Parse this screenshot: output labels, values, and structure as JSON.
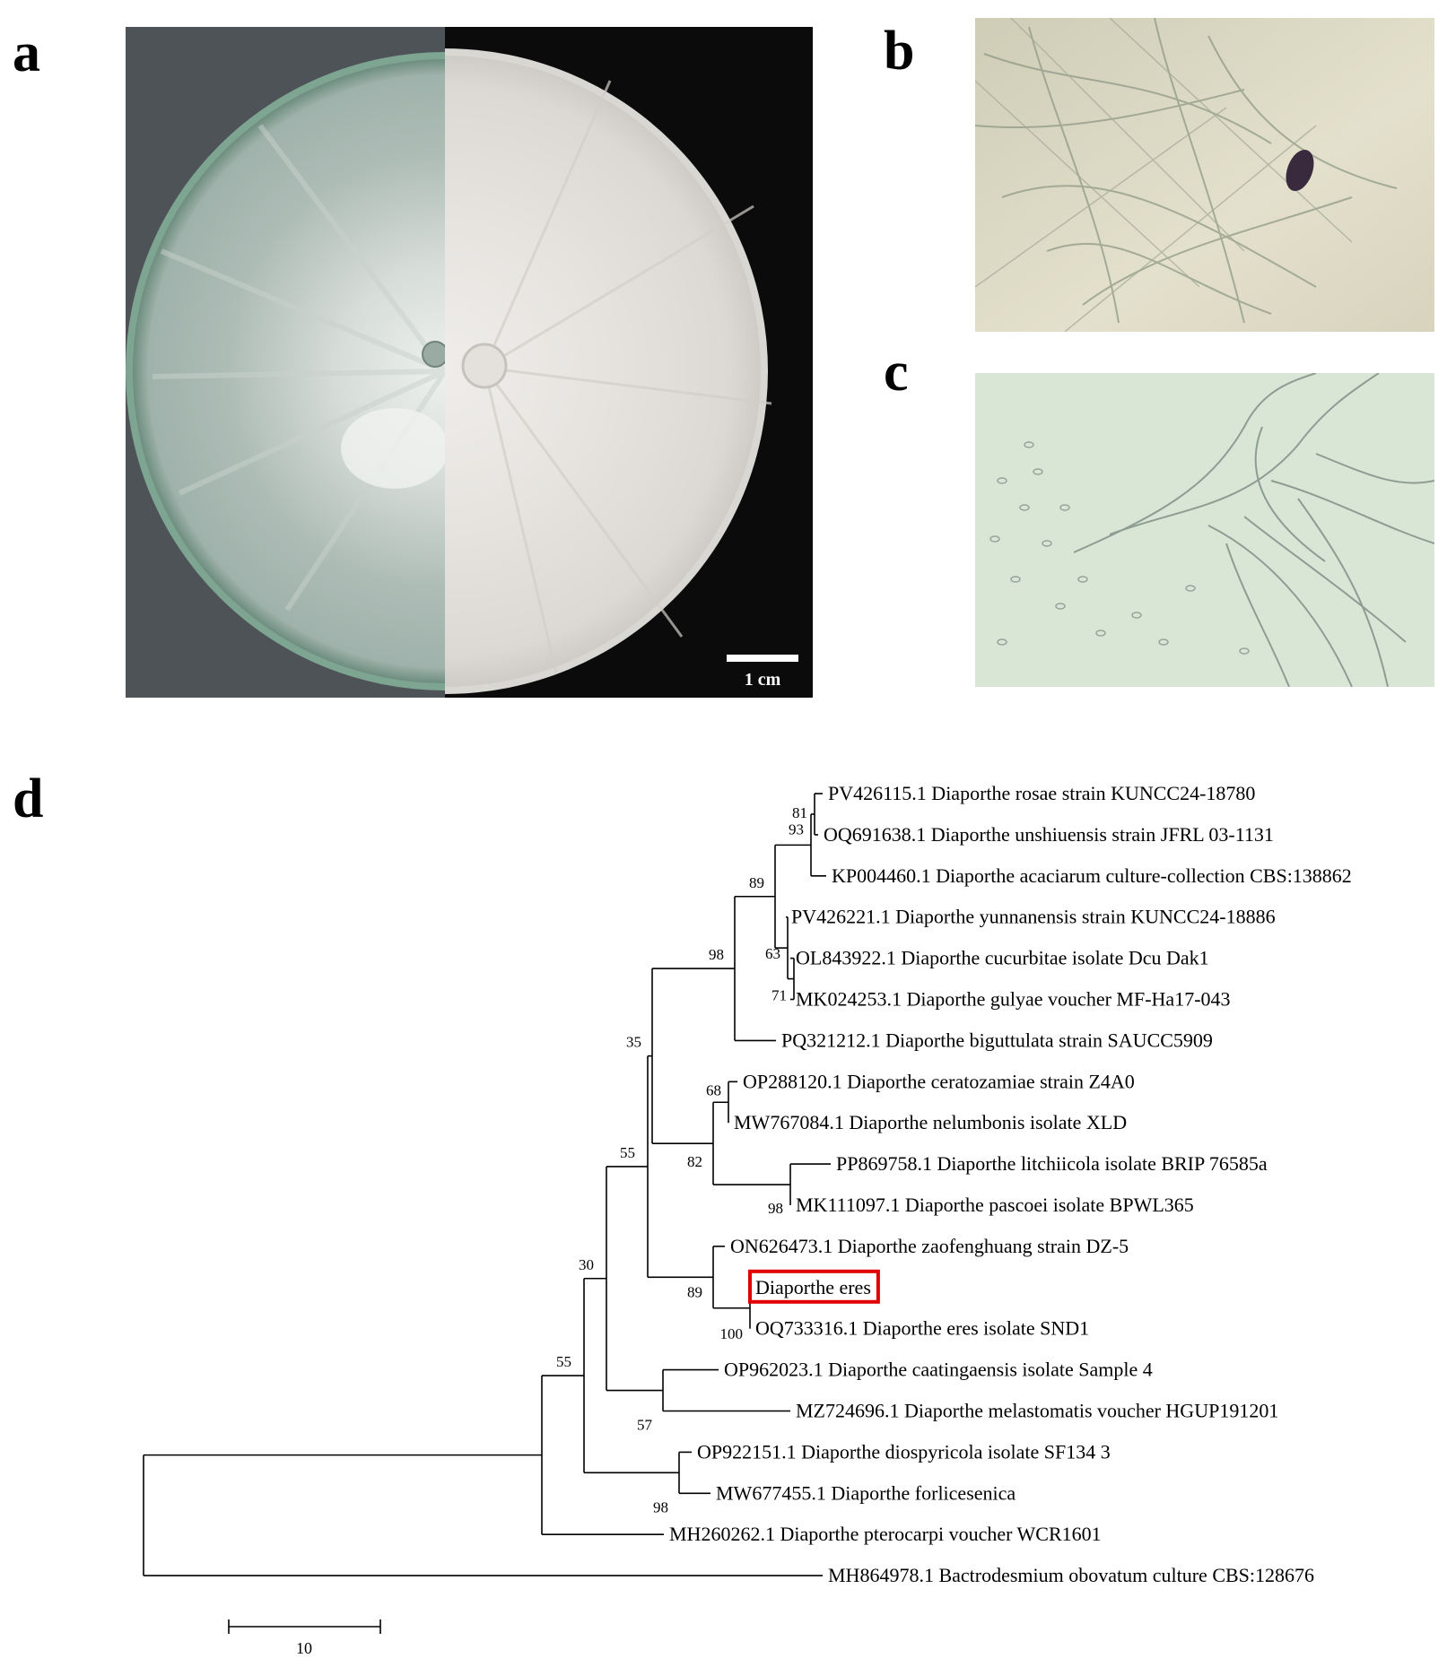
{
  "panels": {
    "a": {
      "letter": "a",
      "scale_bar_label": "1 cm"
    },
    "b": {
      "letter": "b"
    },
    "c": {
      "letter": "c"
    },
    "d": {
      "letter": "d"
    }
  },
  "tree": {
    "scale_bar_label": "10",
    "highlight_color": "#e00000",
    "taxa": [
      {
        "id": "t1",
        "label": "PV426115.1 Diaporthe rosae strain KUNCC24-18780"
      },
      {
        "id": "t2",
        "label": "OQ691638.1 Diaporthe unshiuensis strain JFRL 03-1131"
      },
      {
        "id": "t3",
        "label": "KP004460.1 Diaporthe acaciarum culture-collection CBS:138862"
      },
      {
        "id": "t4",
        "label": "PV426221.1 Diaporthe yunnanensis strain KUNCC24-18886"
      },
      {
        "id": "t5",
        "label": "OL843922.1 Diaporthe cucurbitae isolate Dcu Dak1"
      },
      {
        "id": "t6",
        "label": "MK024253.1 Diaporthe gulyae voucher MF-Ha17-043"
      },
      {
        "id": "t7",
        "label": "PQ321212.1 Diaporthe biguttulata strain SAUCC5909"
      },
      {
        "id": "t8",
        "label": "OP288120.1 Diaporthe ceratozamiae strain Z4A0"
      },
      {
        "id": "t9",
        "label": "MW767084.1 Diaporthe nelumbonis isolate XLD"
      },
      {
        "id": "t10",
        "label": "PP869758.1 Diaporthe litchiicola isolate BRIP 76585a"
      },
      {
        "id": "t11",
        "label": "MK111097.1 Diaporthe pascoei isolate BPWL365"
      },
      {
        "id": "t12",
        "label": "ON626473.1 Diaporthe zaofenghuang strain DZ-5"
      },
      {
        "id": "t13",
        "label": "Diaporthe eres",
        "highlight": true
      },
      {
        "id": "t14",
        "label": "OQ733316.1 Diaporthe eres isolate SND1"
      },
      {
        "id": "t15",
        "label": "OP962023.1 Diaporthe caatingaensis isolate Sample 4"
      },
      {
        "id": "t16",
        "label": "MZ724696.1 Diaporthe melastomatis voucher HGUP191201"
      },
      {
        "id": "t17",
        "label": "OP922151.1 Diaporthe diospyricola isolate SF134 3"
      },
      {
        "id": "t18",
        "label": "MW677455.1 Diaporthe forlicesenica"
      },
      {
        "id": "t19",
        "label": "MH260262.1 Diaporthe pterocarpi voucher WCR1601"
      },
      {
        "id": "t20",
        "label": "MH864978.1 Bactrodesmium obovatum culture CBS:128676"
      }
    ],
    "bootstrap": [
      {
        "id": "n_t1t2",
        "value": "81"
      },
      {
        "id": "n_t1t3",
        "value": "93"
      },
      {
        "id": "n_t1t6",
        "value": "89"
      },
      {
        "id": "n_t5t6",
        "value": "71"
      },
      {
        "id": "n_t4t6",
        "value": "63"
      },
      {
        "id": "n_t1t7",
        "value": "98"
      },
      {
        "id": "n_t1t11",
        "value": "35"
      },
      {
        "id": "n_t8t9",
        "value": "68"
      },
      {
        "id": "n_t8t11",
        "value": "82"
      },
      {
        "id": "n_t10t11",
        "value": "98"
      },
      {
        "id": "n_t1t14",
        "value": "55"
      },
      {
        "id": "n_t12t14",
        "value": "89"
      },
      {
        "id": "n_t13t14",
        "value": "100"
      },
      {
        "id": "n_t1t16",
        "value": "30"
      },
      {
        "id": "n_t15t16",
        "value": "57"
      },
      {
        "id": "n_t1t18",
        "value": "55"
      },
      {
        "id": "n_t17t18",
        "value": "98"
      }
    ]
  }
}
